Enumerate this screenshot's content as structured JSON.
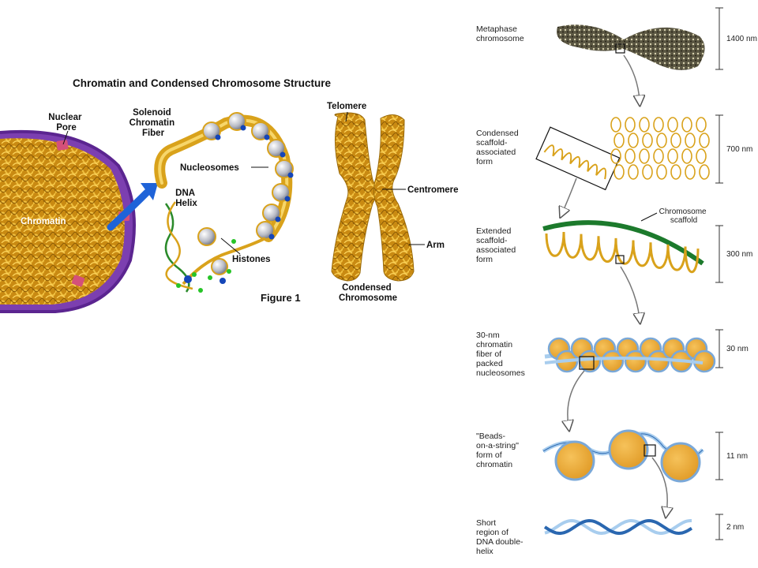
{
  "figure": {
    "title": "Chromatin and Condensed Chromosome Structure",
    "caption": "Figure 1",
    "labels": {
      "nuclear_pore": [
        "Nuclear",
        "Pore"
      ],
      "solenoid": [
        "Solenoid",
        "Chromatin",
        "Fiber"
      ],
      "nucleosomes": "Nucleosomes",
      "dna_helix": [
        "DNA",
        "Helix"
      ],
      "chromatin": "Chromatin",
      "histones": "Histones",
      "telomere": "Telomere",
      "centromere": "Centromere",
      "arm": "Arm",
      "condensed_chromosome": [
        "Condensed",
        "Chromosome"
      ]
    }
  },
  "hierarchy": {
    "steps": [
      {
        "label": [
          "Metaphase",
          "chromosome"
        ],
        "size": "1400 nm"
      },
      {
        "label": [
          "Condensed",
          "scaffold-",
          "associated",
          "form"
        ],
        "size": "700 nm"
      },
      {
        "label": [
          "Extended",
          "scaffold-",
          "associated",
          "form"
        ],
        "size": "300 nm"
      },
      {
        "label": [
          "30-nm",
          "chromatin",
          "fiber of",
          "packed",
          "nucleosomes"
        ],
        "size": "30 nm"
      },
      {
        "label": [
          "\"Beads-",
          "on-a-string\"",
          "form of",
          "chromatin"
        ],
        "size": "11 nm"
      },
      {
        "label": [
          "Short",
          "region of",
          "DNA double-",
          "helix"
        ],
        "size": "2 nm"
      }
    ],
    "scaffold_label": [
      "Chromosome",
      "scaffold"
    ]
  },
  "colors": {
    "chromatin": "#d9a21b",
    "chromatin_dark": "#a8720c",
    "nucleus": "#7c3fb0",
    "arrow_blue": "#1f63d8",
    "scaffold_green": "#1c7a2c",
    "dna_blue": "#2a67b0",
    "dna_light": "#a8cdee",
    "metaphase": "#4d4a3a"
  }
}
